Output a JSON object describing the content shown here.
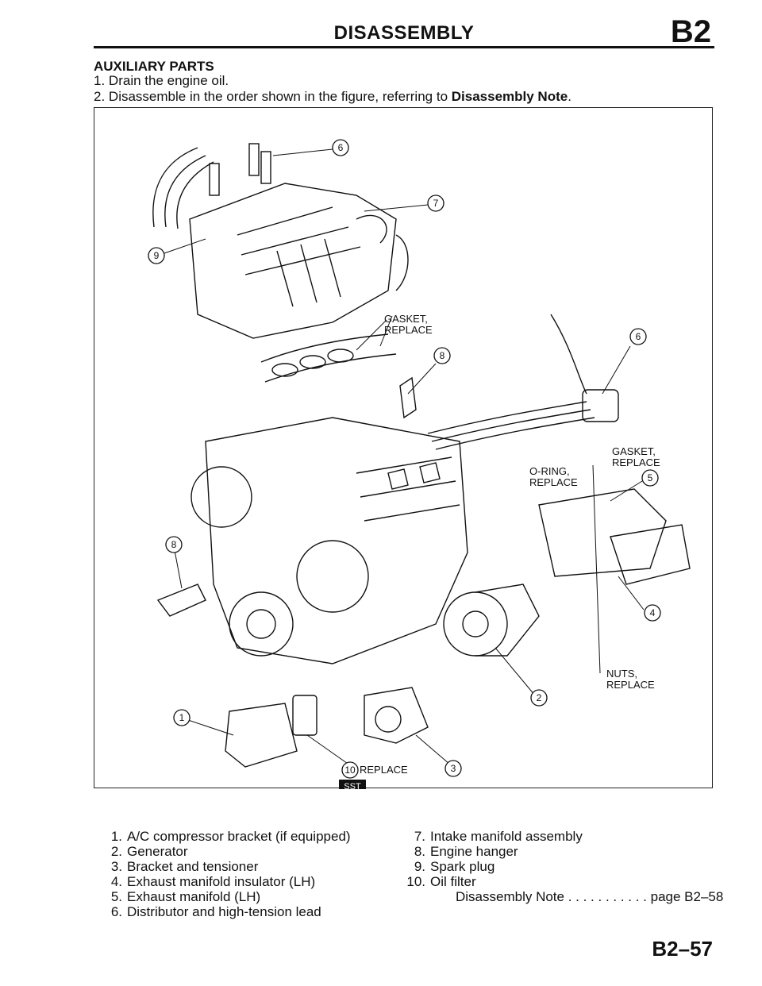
{
  "header": {
    "title": "DISASSEMBLY",
    "code": "B2"
  },
  "section": {
    "title": "AUXILIARY PARTS",
    "steps": [
      {
        "num": "1.",
        "text": "Drain the engine oil."
      },
      {
        "num": "2.",
        "text_before": "Disassemble in the order shown in the figure, referring to ",
        "bold": "Disassembly Note",
        "text_after": "."
      }
    ]
  },
  "figure": {
    "labels": {
      "gasket_replace_1": [
        "GASKET,",
        "REPLACE"
      ],
      "gasket_replace_2": [
        "GASKET,",
        "REPLACE"
      ],
      "oring_replace": [
        "O-RING,",
        "REPLACE"
      ],
      "nuts_replace": [
        "NUTS,",
        "REPLACE"
      ],
      "oil_filter_replace": "REPLACE",
      "sst": "SST"
    },
    "callouts": [
      "6",
      "7",
      "9",
      "6",
      "8",
      "5",
      "8",
      "4",
      "2",
      "1",
      "10",
      "3"
    ]
  },
  "parts": {
    "left": [
      {
        "num": "1.",
        "name": "A/C compressor bracket (if equipped)"
      },
      {
        "num": "2.",
        "name": "Generator"
      },
      {
        "num": "3.",
        "name": "Bracket and tensioner"
      },
      {
        "num": "4.",
        "name": "Exhaust manifold insulator (LH)"
      },
      {
        "num": "5.",
        "name": "Exhaust manifold (LH)"
      },
      {
        "num": "6.",
        "name": "Distributor and high-tension lead"
      }
    ],
    "right": [
      {
        "num": "7.",
        "name": "Intake manifold assembly"
      },
      {
        "num": "8.",
        "name": "Engine hanger"
      },
      {
        "num": "9.",
        "name": "Spark plug"
      },
      {
        "num": "10.",
        "name": "Oil filter"
      }
    ],
    "note": {
      "label": "Disassembly Note",
      "leader": " . . . . . . . . . . . ",
      "ref": "page B2–58"
    }
  },
  "page_number": "B2–57"
}
